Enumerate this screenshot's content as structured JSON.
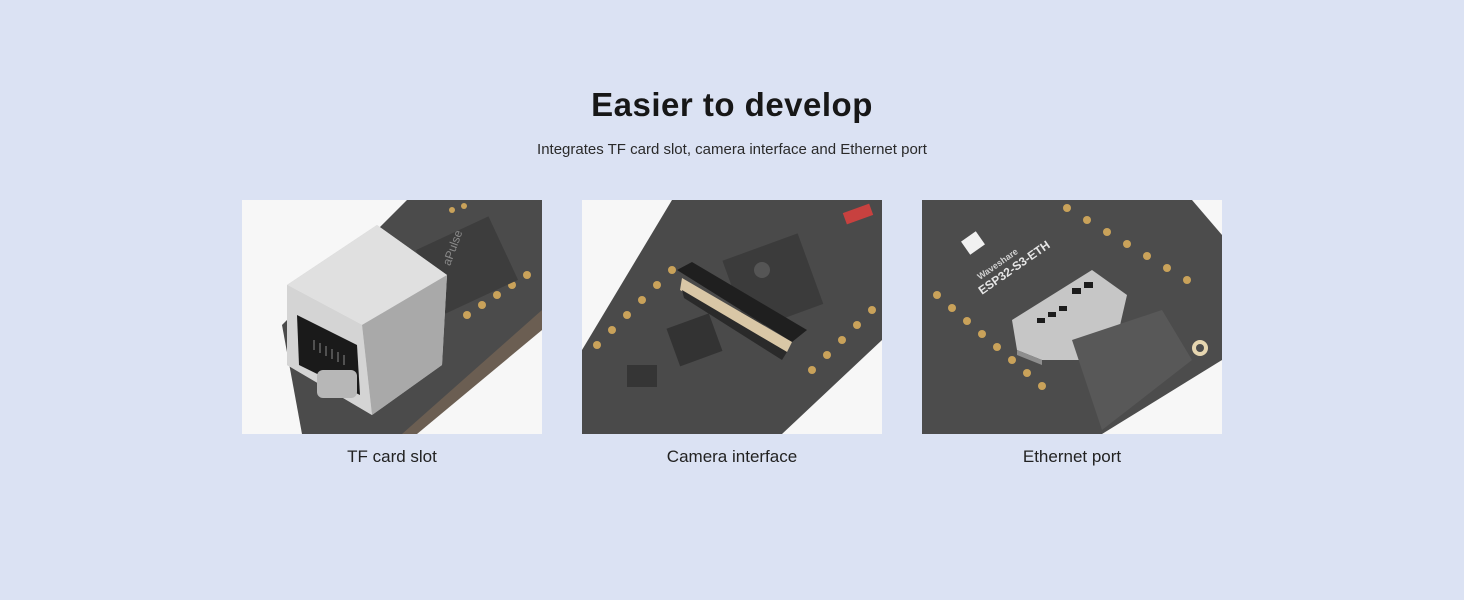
{
  "header": {
    "title": "Easier to develop",
    "subtitle": "Integrates TF card slot, camera interface and Ethernet port"
  },
  "cards": [
    {
      "caption": "TF card slot"
    },
    {
      "caption": "Camera interface"
    },
    {
      "caption": "Ethernet port"
    }
  ],
  "board_text": {
    "brand": "Waveshare",
    "model": "ESP32-S3-ETH",
    "chip_label": "aPulse"
  },
  "colors": {
    "background": "#dbe2f3",
    "board": "#4a4a4a",
    "pad_gold": "#c9a25a"
  }
}
